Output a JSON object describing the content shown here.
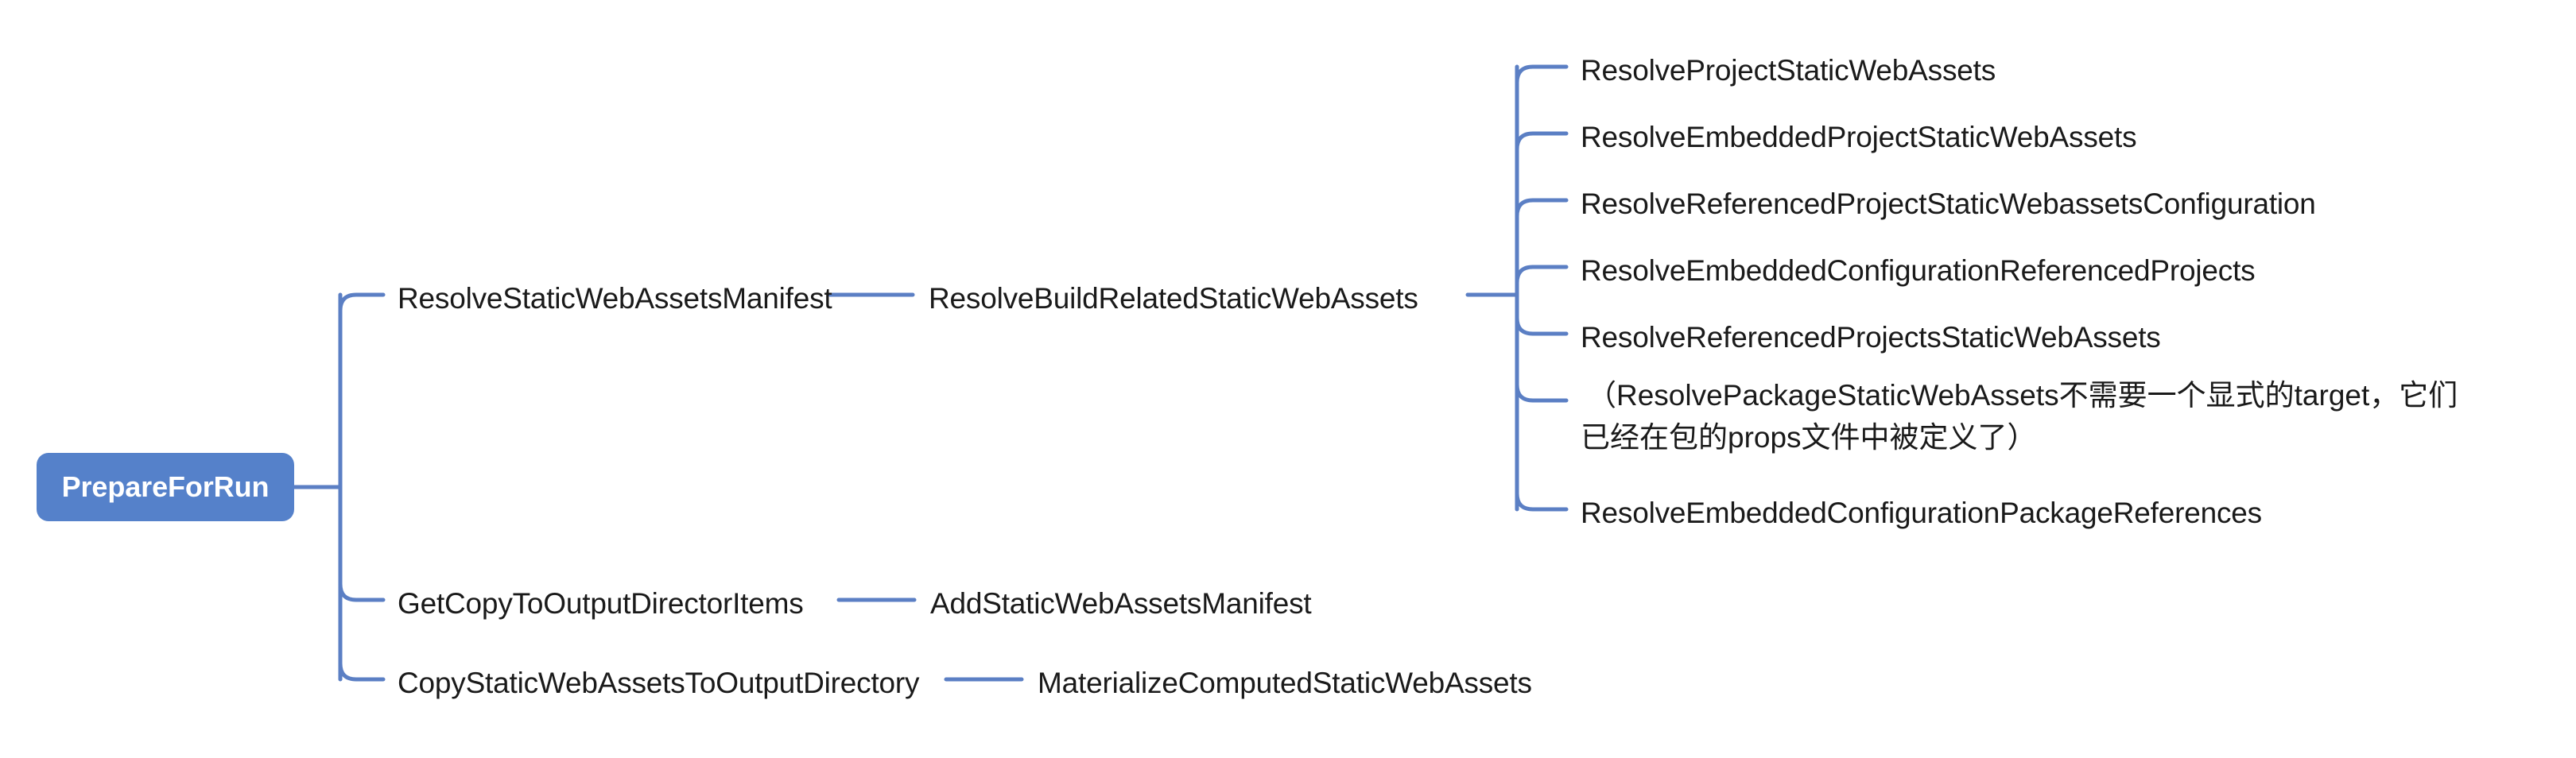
{
  "diagram": {
    "type": "mind-map",
    "title": "PrepareForRun target tree",
    "colors": {
      "root_fill": "#5581ca",
      "root_text": "#ffffff",
      "connector": "#5b7fc4",
      "node_text": "#1a1a1a",
      "background": "#ffffff"
    },
    "root": {
      "label": "PrepareForRun"
    },
    "level2": [
      {
        "label": "ResolveStaticWebAssetsManifest"
      },
      {
        "label": "GetCopyToOutputDirectorItems"
      },
      {
        "label": "CopyStaticWebAssetsToOutputDirectory"
      }
    ],
    "level3": [
      {
        "label": "ResolveBuildRelatedStaticWebAssets"
      },
      {
        "label": "AddStaticWebAssetsManifest"
      },
      {
        "label": "MaterializeComputedStaticWebAssets"
      }
    ],
    "level4": [
      {
        "label": "ResolveProjectStaticWebAssets"
      },
      {
        "label": "ResolveEmbeddedProjectStaticWebAssets"
      },
      {
        "label": "ResolveReferencedProjectStaticWebassetsConfiguration"
      },
      {
        "label": "ResolveEmbeddedConfigurationReferencedProjects"
      },
      {
        "label": "ResolveReferencedProjectsStaticWebAssets"
      },
      {
        "label": "（ResolvePackageStaticWebAssets不需要一个显式的target，它们已经在包的props文件中被定义了）"
      },
      {
        "label": "ResolveEmbeddedConfigurationPackageReferences"
      }
    ]
  }
}
